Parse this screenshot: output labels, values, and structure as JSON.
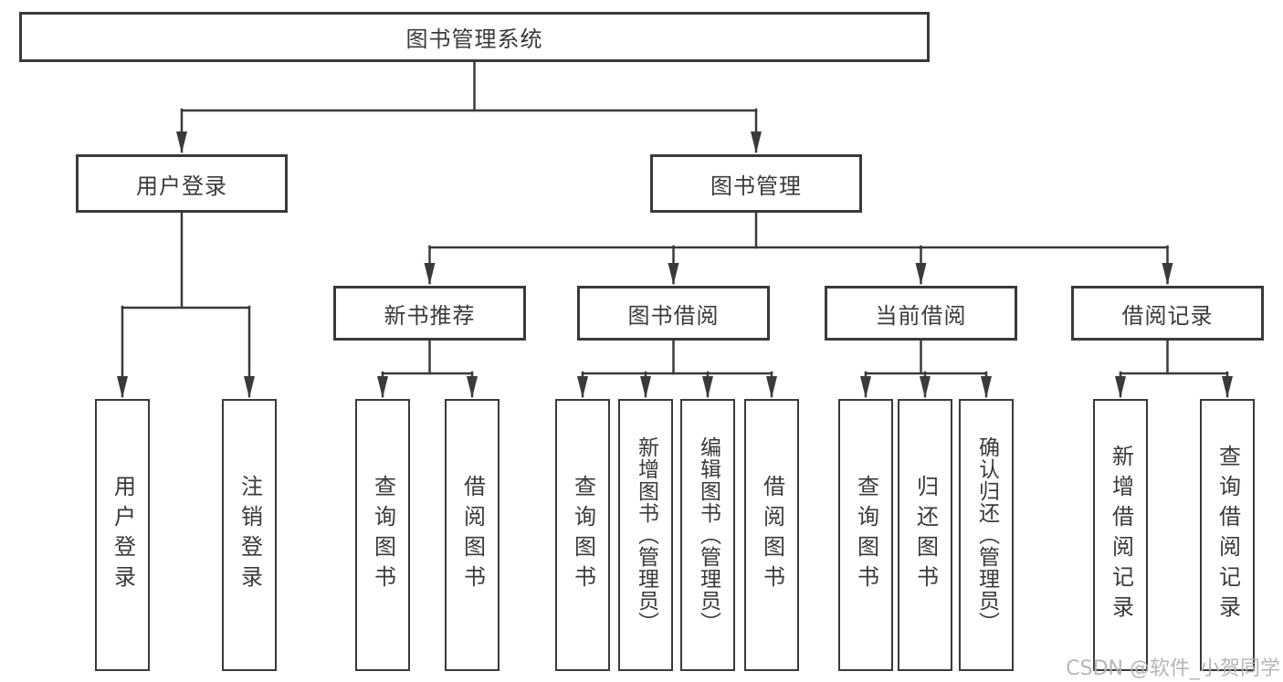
{
  "nodes": {
    "root": {
      "label": "图书管理系统"
    },
    "user_login": {
      "label": "用户登录",
      "parent": "图书管理系统"
    },
    "book_management": {
      "label": "图书管理",
      "parent": "图书管理系统"
    },
    "new_book_recommend": {
      "label": "新书推荐",
      "parent": "图书管理"
    },
    "book_borrow": {
      "label": "图书借阅",
      "parent": "图书管理"
    },
    "current_borrow": {
      "label": "当前借阅",
      "parent": "图书管理"
    },
    "borrow_records": {
      "label": "借阅记录",
      "parent": "图书管理"
    }
  },
  "leaves": [
    {
      "label": "用户登录",
      "parent": "用户登录"
    },
    {
      "label": "注销登录",
      "parent": "用户登录"
    },
    {
      "label": "查询图书",
      "parent": "新书推荐"
    },
    {
      "label": "借阅图书",
      "parent": "新书推荐"
    },
    {
      "label": "查询图书",
      "parent": "图书借阅"
    },
    {
      "label": "新增图书（管理员）",
      "parent": "图书借阅"
    },
    {
      "label": "编辑图书（管理员）",
      "parent": "图书借阅"
    },
    {
      "label": "借阅图书",
      "parent": "图书借阅"
    },
    {
      "label": "查询图书",
      "parent": "当前借阅"
    },
    {
      "label": "归还图书",
      "parent": "当前借阅"
    },
    {
      "label": "确认归还（管理员）",
      "parent": "当前借阅"
    },
    {
      "label": "新增借阅记录",
      "parent": "借阅记录"
    },
    {
      "label": "查询借阅记录",
      "parent": "借阅记录"
    }
  ],
  "watermark": {
    "text": "CSDN @软件_小贺同学"
  },
  "colors": {
    "line": "#3a3a3a",
    "text": "#3a3a3a",
    "box_background": "#ffffff",
    "watermark": "#b2b2b2",
    "background": "#ffffff"
  }
}
